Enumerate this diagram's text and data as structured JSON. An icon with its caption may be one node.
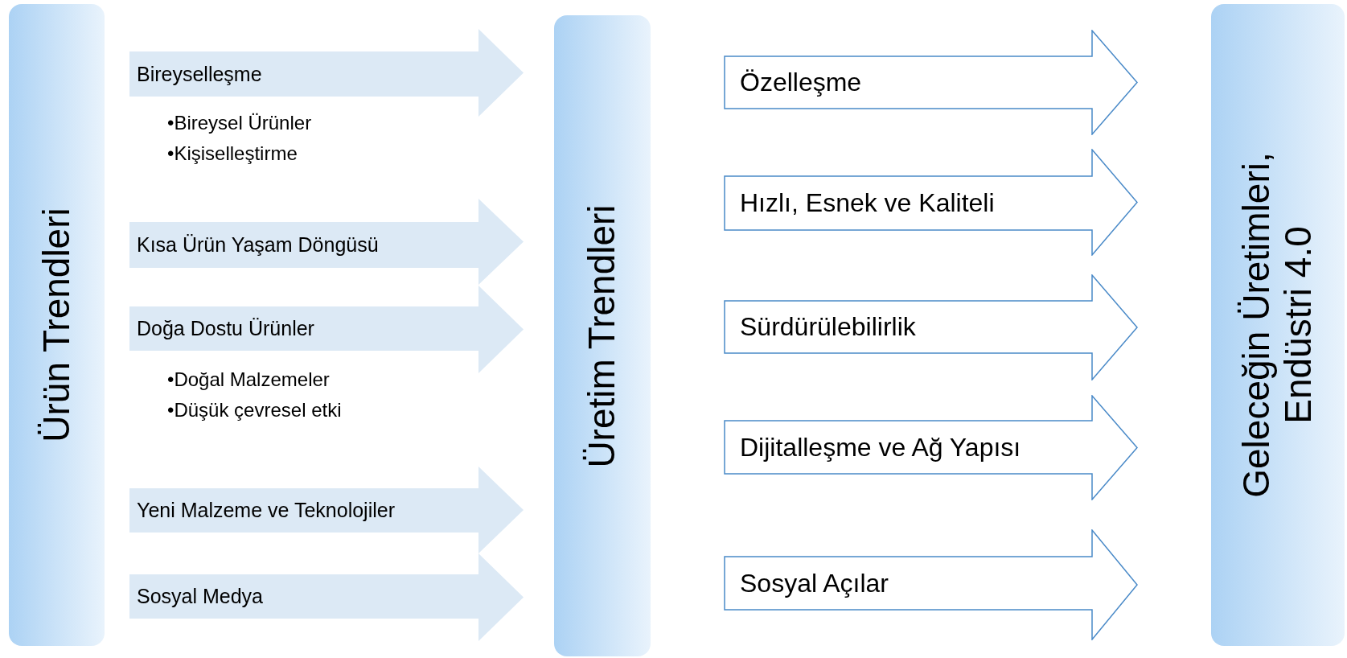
{
  "diagram": {
    "nodes": [
      {
        "text": [
          "Ürün Trendleri"
        ]
      },
      {
        "text": [
          "Bireyselleşme"
        ],
        "beside": [
          "•Bireysel Ürünler",
          "•Kişiselleştirme"
        ]
      },
      {
        "text": [
          "Kısa Ürün Yaşam Döngüsü"
        ]
      },
      {
        "text": [
          "Doğa Dostu Ürünler"
        ],
        "beside": [
          "•Doğal Malzemeler",
          "•Düşük çevresel etki"
        ]
      },
      {
        "text": [
          "Yeni Malzeme ve Teknolojiler"
        ]
      },
      {
        "text": [
          "Sosyal Medya"
        ]
      },
      {
        "text": [
          "Üretim Trendleri"
        ]
      },
      {
        "text": [
          "Özelleşme"
        ]
      },
      {
        "text": [
          "Hızlı, Esnek ve Kaliteli"
        ]
      },
      {
        "text": [
          "Sürdürülebilirlik"
        ]
      },
      {
        "text": [
          "Dijitalleşme ve Ağ Yapısı"
        ]
      },
      {
        "text": [
          "Sosyal Açılar"
        ]
      },
      {
        "text": [
          "Geleceğin Üretimleri, Endüstri 4.0"
        ]
      }
    ]
  }
}
